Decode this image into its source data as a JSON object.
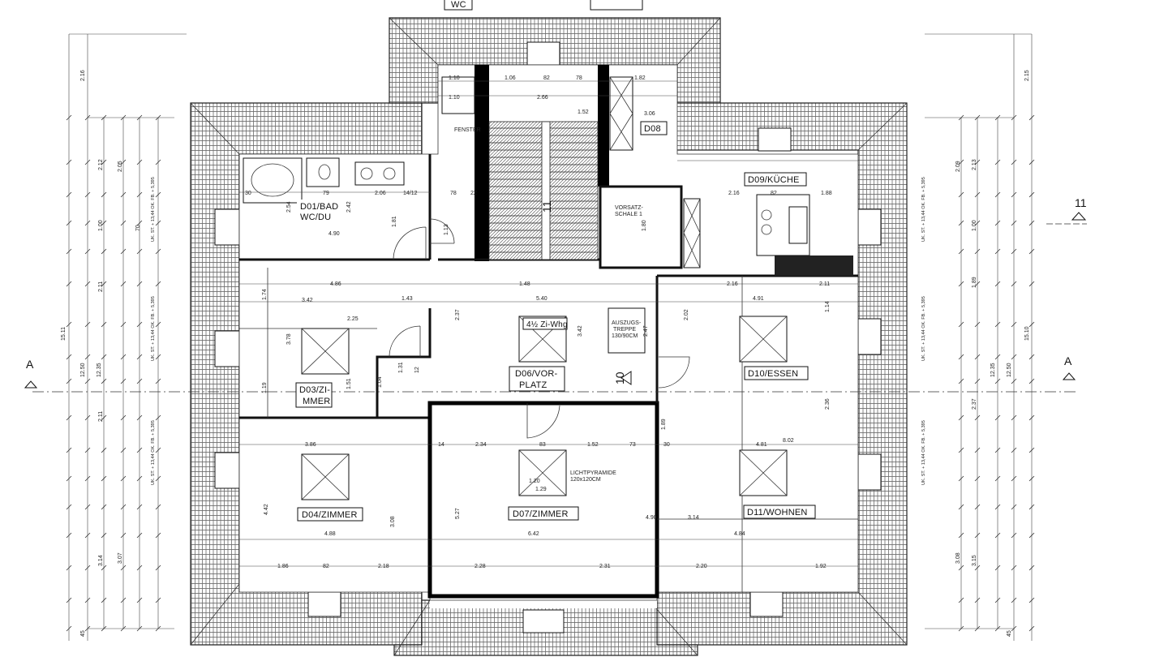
{
  "top_tags": [
    "WC"
  ],
  "rooms": [
    {
      "id": "d01",
      "line1": "D01/BAD",
      "line2": "WC/DU"
    },
    {
      "id": "d03",
      "line1": "D03/ZI-",
      "line2": "MMER"
    },
    {
      "id": "d04",
      "line1": "D04/ZIMMER",
      "line2": ""
    },
    {
      "id": "d06",
      "line1": "D06/VOR-",
      "line2": "PLATZ"
    },
    {
      "id": "d07",
      "line1": "D07/ZIMMER",
      "line2": ""
    },
    {
      "id": "d08",
      "line1": "D08",
      "line2": ""
    },
    {
      "id": "d09",
      "line1": "D09/KÜCHE",
      "line2": ""
    },
    {
      "id": "d10",
      "line1": "D10/ESSEN",
      "line2": ""
    },
    {
      "id": "d11",
      "line1": "D11/WOHNEN",
      "line2": ""
    }
  ],
  "apartment_label": "4½ Zi-Whg",
  "section_markers": {
    "left": "A",
    "right": "A",
    "top_right": "11",
    "stair_number": "11",
    "corridor_number": "10"
  },
  "notes": {
    "vorsatzschale_1": "VORSATZ-",
    "vorsatzschale_2": "SCHALE 1",
    "auszug_1": "AUSZUGS-",
    "auszug_2": "TREPPE",
    "auszug_3": "130/90CM",
    "licht_1": "LICHTPYRAMIDE",
    "licht_2": "120x120CM",
    "fenster": "FENSTER"
  },
  "dimensions_top": [
    "1.10",
    "1.10",
    "1.06",
    "82",
    "78",
    "1.82",
    "2.66",
    "1.52",
    "3.06"
  ],
  "dimensions_row1": [
    "30",
    "79",
    "2.06",
    "14/12",
    "78",
    "22",
    "2.16",
    "1.88",
    "82"
  ],
  "dimensions_row2": [
    "4.90",
    "4.86",
    "3.42",
    "2.25",
    "1.43",
    "1.48",
    "5.40",
    "4.91",
    "2.16",
    "2.11"
  ],
  "dimensions_row3": [
    "3.86",
    "2.34",
    "83",
    "1.52",
    "73",
    "14",
    "4.81",
    "30"
  ],
  "dimensions_row4": [
    "4.88",
    "6.42",
    "4.84",
    "1.86",
    "82",
    "2.18",
    "2.28",
    "2.31",
    "2.20",
    "1.92"
  ],
  "dimensions_vertical_left": [
    "2.16",
    "2.12",
    "2.05",
    "1.00",
    "70",
    "2.11",
    "2.11",
    "15.11",
    "12.50",
    "12.35",
    "3.07",
    "3.14",
    "45"
  ],
  "dimensions_vertical_right": [
    "2.15",
    "2.13",
    "2.09",
    "1.00",
    "1.89",
    "15.10",
    "12.50",
    "12.35",
    "2.37",
    "3.08",
    "3.15",
    "45"
  ],
  "dimensions_misc": [
    "1.74",
    "3.78",
    "1.04",
    "1.31",
    "12",
    "2.37",
    "3.42",
    "2.47",
    "1.89",
    "5.27",
    "4.90",
    "3.14",
    "8.02",
    "2.02",
    "4.42",
    "3.08",
    "1.20",
    "1.29",
    "1.13",
    "1.80",
    "1.81",
    "2.42",
    "2.54",
    "1.51",
    "1.19",
    "2.36",
    "1.14"
  ],
  "window_sill_notes": [
    "UK. ST. + 13,44 OK. FB. + 5,395"
  ]
}
